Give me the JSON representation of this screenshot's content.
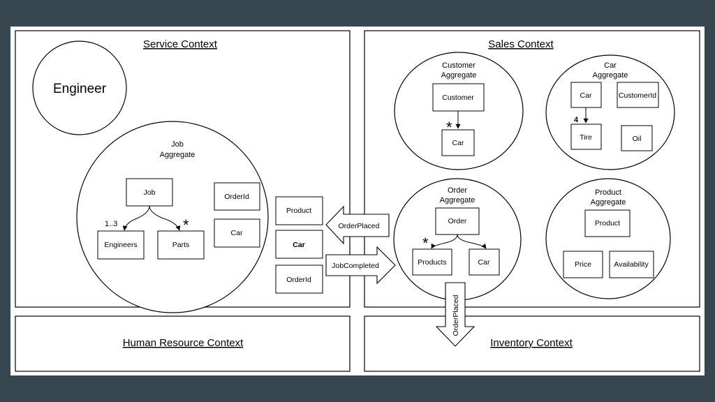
{
  "service_context": {
    "title": "Service Context",
    "engineer": "Engineer",
    "job_aggregate": {
      "title_line1": "Job",
      "title_line2": "Aggregate",
      "job": "Job",
      "engineers": "Engineers",
      "parts": "Parts",
      "multiplicity_engineers": "1..3",
      "multiplicity_parts": "*",
      "order_id": "OrderId",
      "car": "Car"
    },
    "shared": {
      "product": "Product",
      "car": "Car",
      "order_id": "OrderId"
    }
  },
  "sales_context": {
    "title": "Sales Context",
    "customer_aggregate": {
      "title_line1": "Customer",
      "title_line2": "Aggregate",
      "customer": "Customer",
      "car": "Car",
      "multiplicity": "*"
    },
    "car_aggregate": {
      "title_line1": "Car",
      "title_line2": "Aggregate",
      "car": "Car",
      "customer_id": "CustomerId",
      "tire": "Tire",
      "oil": "Oil",
      "multiplicity": "4"
    },
    "order_aggregate": {
      "title_line1": "Order",
      "title_line2": "Aggregate",
      "order": "Order",
      "products": "Products",
      "car": "Car",
      "multiplicity": "*"
    },
    "product_aggregate": {
      "title_line1": "Product",
      "title_line2": "Aggregate",
      "product": "Product",
      "price": "Price",
      "availability": "Availability"
    }
  },
  "events": {
    "order_placed_left": "OrderPlaced",
    "job_completed": "JobCompleted",
    "order_placed_down": "OrderPlaced"
  },
  "human_resource_context": {
    "title": "Human Resource Context"
  },
  "inventory_context": {
    "title": "Inventory Context"
  }
}
